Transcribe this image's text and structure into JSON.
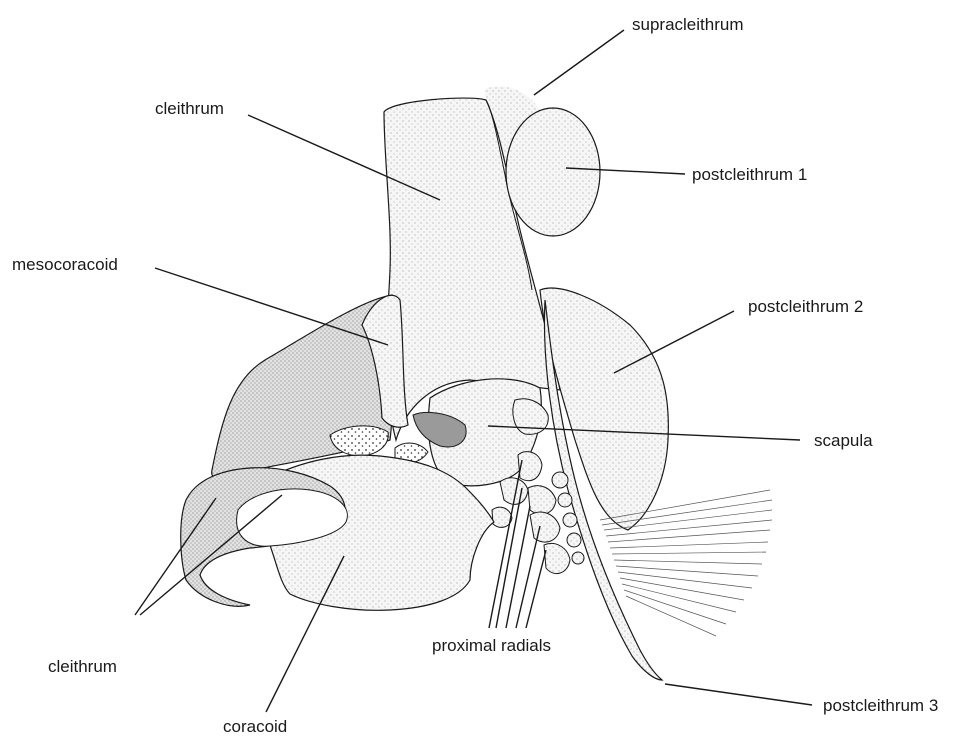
{
  "labels": {
    "supracleithrum": "supracleithrum",
    "cleithrum_top": "cleithrum",
    "postcleithrum1": "postcleithrum 1",
    "mesocoracoid": "mesocoracoid",
    "postcleithrum2": "postcleithrum 2",
    "scapula": "scapula",
    "cleithrum_bottom": "cleithrum",
    "proximal_radials": "proximal radials",
    "postcleithrum3": "postcleithrum 3",
    "coracoid": "coracoid"
  },
  "colors": {
    "ink": "#1a1a1a",
    "bone_fill": "#f3f3f3",
    "shade_fill": "#d9d9d9",
    "dark_fill": "#bdbdbd"
  }
}
